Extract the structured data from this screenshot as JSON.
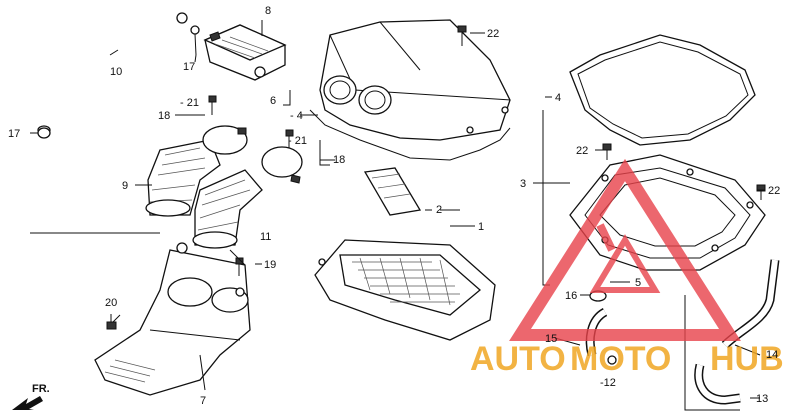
{
  "labels": {
    "p1": "1",
    "p2": "2",
    "p3": "3",
    "p4a": "4",
    "p4b": "4",
    "p5": "5",
    "p6": "6",
    "p7": "7",
    "p8": "8",
    "p9": "9",
    "p10": "10",
    "p11": "11",
    "p12": "12",
    "p13": "13",
    "p14": "14",
    "p15": "15",
    "p16": "16",
    "p17a": "17",
    "p17b": "17",
    "p18a": "18",
    "p18b": "18",
    "p19": "19",
    "p20": "20",
    "p21a": "21",
    "p21b": "21",
    "p22a": "22",
    "p22b": "22",
    "p22c": "22"
  },
  "front_marker": "FR.",
  "watermark": {
    "auto": "AUTO",
    "moto": "MOTO",
    "hub": "HUB",
    "accent_color": "#e8424a",
    "text_color": "#f0a623"
  }
}
